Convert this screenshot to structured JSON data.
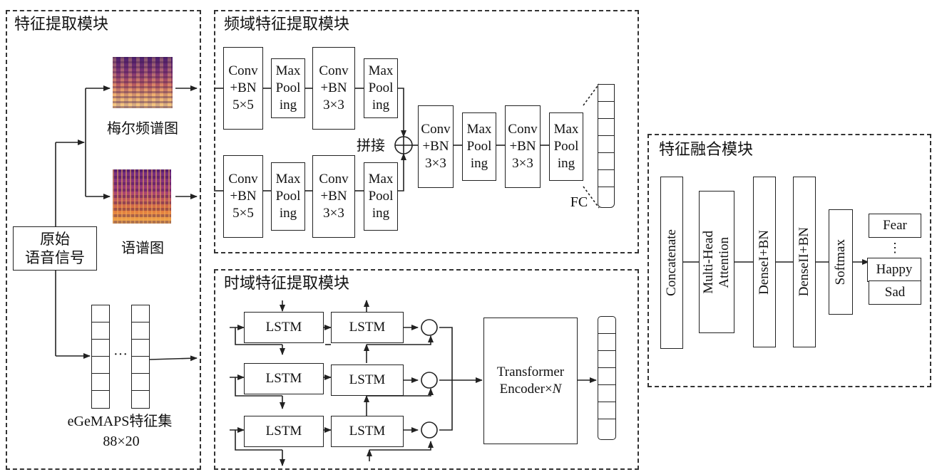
{
  "modules": {
    "feature_extraction": "特征提取模块",
    "freq_extraction": "频域特征提取模块",
    "time_extraction": "时域特征提取模块",
    "fusion": "特征融合模块"
  },
  "input": {
    "label": "原始\n语音信号"
  },
  "spectrograms": {
    "mel_label": "梅尔频谱图",
    "spec_label": "语谱图"
  },
  "egemaps": {
    "label": "eGeMAPS特征集",
    "size": "88×20",
    "ellipsis": "···"
  },
  "freq": {
    "conv5": "Conv\n+BN\n5×5",
    "conv3": "Conv\n+BN\n3×3",
    "maxpool": "Max\nPool\ning",
    "concat": "拼接",
    "fc": "FC"
  },
  "time": {
    "lstm": "LSTM",
    "transformer": "Transformer",
    "encoder": "Encoder×",
    "n": "N"
  },
  "fusion": {
    "concatenate": "Concatenate",
    "mha": "Multi-Head\nAttention",
    "dense1": "DenseI+BN",
    "dense2": "DenseII+BN",
    "softmax": "Softmax",
    "outputs": [
      "Fear",
      "Happy",
      "Sad"
    ],
    "vdots": "⋮"
  },
  "colors": {
    "line": "#222222",
    "dash": "#333333",
    "mel_dark": "#3a1a5a",
    "mel_warm": "#e8a060"
  }
}
